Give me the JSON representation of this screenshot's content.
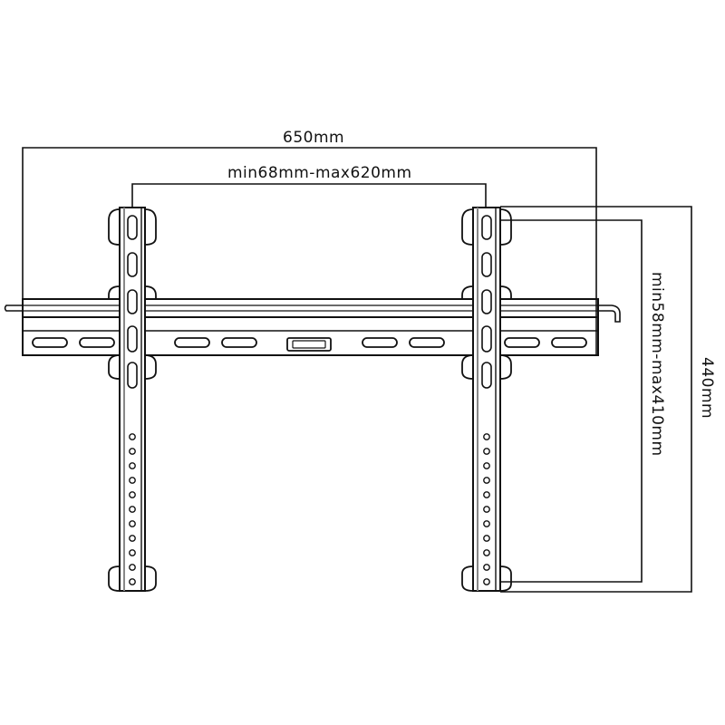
{
  "diagram": {
    "subject": "tv-wall-mount-bracket",
    "line_color": "#111111",
    "background": "#ffffff",
    "dimensions": {
      "overall_width": "650mm",
      "horizontal_hole_spacing": "min68mm-max620mm",
      "vertical_hole_spacing": "min58mm-max410mm",
      "overall_height": "440mm"
    },
    "parts": {
      "vertical_arms": 2,
      "round_holes_per_arm": 11,
      "wall_plate_slots": 8,
      "center_level_slot": 1,
      "safety_pin": 1
    }
  }
}
